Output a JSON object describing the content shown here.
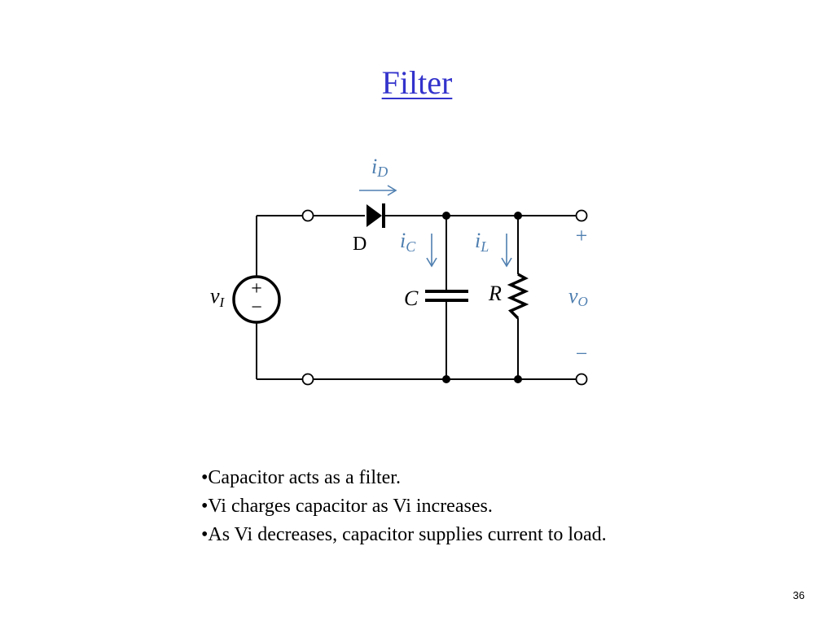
{
  "slide": {
    "title": "Filter",
    "page_number": "36"
  },
  "circuit": {
    "labels": {
      "diode_current": {
        "main": "i",
        "sub": "D"
      },
      "diode": "D",
      "cap_current": {
        "main": "i",
        "sub": "C"
      },
      "load_current": {
        "main": "i",
        "sub": "L"
      },
      "capacitor": "C",
      "resistor": "R",
      "input_voltage": {
        "main": "v",
        "sub": "I"
      },
      "output_voltage": {
        "main": "v",
        "sub": "O"
      },
      "output_plus": "+",
      "output_minus": "−",
      "source_plus": "+",
      "source_minus": "−"
    },
    "colors": {
      "wire": "#000000",
      "annotation": "#4f7fb0"
    }
  },
  "bullets": [
    "•Capacitor acts as a filter.",
    "•Vi charges capacitor as Vi increases.",
    "•As Vi decreases, capacitor supplies current to load."
  ]
}
